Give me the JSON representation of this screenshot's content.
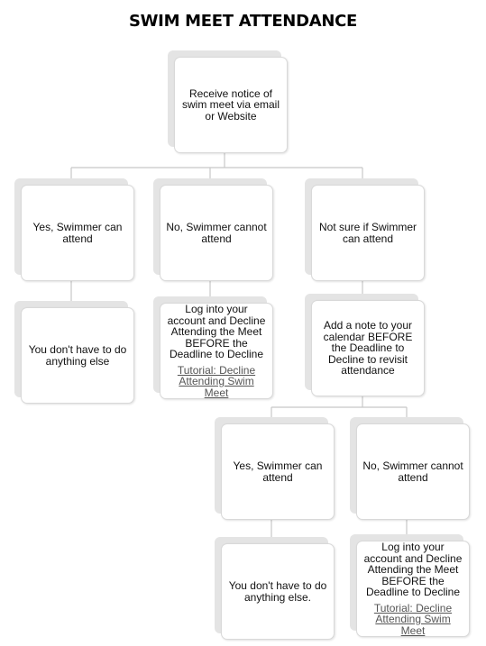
{
  "title": "SWIM MEET ATTENDANCE",
  "colors": {
    "line": "#c8c8c8",
    "shadow": "#e4e4e4",
    "border": "#d9d9d9",
    "link": "#555555"
  },
  "nodes": {
    "root": {
      "text": "Receive notice of swim meet via email or Website"
    },
    "yes1": {
      "text": "Yes, Swimmer can attend"
    },
    "no1": {
      "text": "No, Swimmer cannot attend"
    },
    "unsure": {
      "text": "Not sure if Swimmer can attend"
    },
    "nothing1": {
      "text": "You don't have to do anything else"
    },
    "decline1": {
      "text": "Log into your account and Decline Attending the Meet BEFORE the Deadline to Decline",
      "link": "Tutorial: Decline Attending Swim Meet"
    },
    "note": {
      "text": "Add a note to your calendar BEFORE the Deadline to Decline to revisit attendance"
    },
    "yes2": {
      "text": "Yes, Swimmer can attend"
    },
    "no2": {
      "text": "No, Swimmer cannot attend"
    },
    "nothing2": {
      "text": "You don't have to do anything else."
    },
    "decline2": {
      "text": "Log into your account and Decline Attending the Meet BEFORE the Deadline to Decline",
      "link": "Tutorial: Decline Attending Swim Meet"
    }
  }
}
